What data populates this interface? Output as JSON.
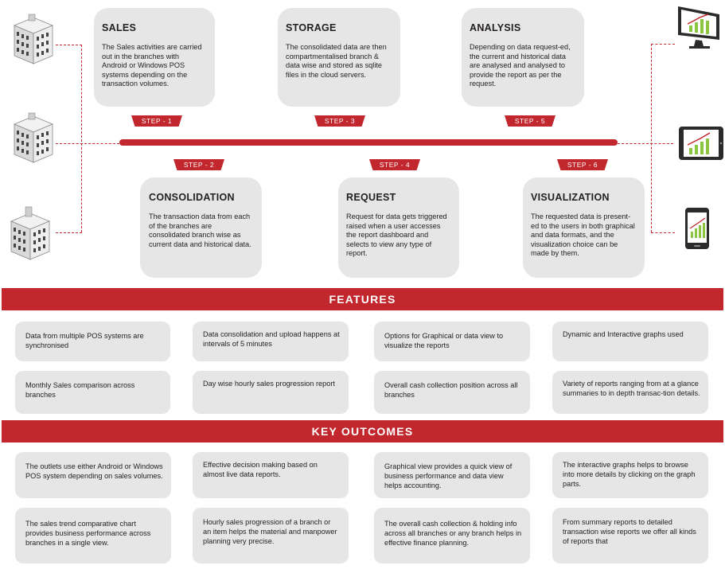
{
  "colors": {
    "accent": "#c1272d",
    "card": "#e6e6e6",
    "text": "#231f20"
  },
  "steps": [
    {
      "tag": "STEP - 1",
      "title": "SALES",
      "text": "The Sales activities are carried out in the branches with Android or Windows  POS systems depending on the transaction volumes."
    },
    {
      "tag": "STEP - 2",
      "title": "CONSOLIDATION",
      "text": "The transaction data from each of the branches are consolidated branch wise as current data and historical data."
    },
    {
      "tag": "STEP - 3",
      "title": "STORAGE",
      "text": "The consolidated data are then compartmentalised branch & data wise and stored as sqlite files in the cloud servers."
    },
    {
      "tag": "STEP - 4",
      "title": "REQUEST",
      "text": "Request for data gets triggered raised when a user accesses the report dashboard and selects to view any type of report."
    },
    {
      "tag": "STEP - 5",
      "title": "ANALYSIS",
      "text": "Depending on  data request-ed, the current and historical data  are analysed and analysed to provide the report as per the request."
    },
    {
      "tag": "STEP - 6",
      "title": "VISUALIZATION",
      "text": "The requested data is present-ed to the users in  both graphical and data formats, and the visualization choice can be made by them."
    }
  ],
  "features": {
    "heading": "FEATURES",
    "items": [
      "Data from  multiple POS systems are synchronised",
      "Data  consolidation and  upload happens at intervals of 5 minutes",
      "Options for Graphical or data view to visualize the reports",
      "Dynamic and Interactive graphs used",
      "Monthly Sales comparison across branches",
      "Day wise hourly sales progression report",
      "Overall cash collection position across all branches",
      "Variety of reports ranging from at a glance summaries to in depth transac-tion details."
    ]
  },
  "outcomes": {
    "heading": "KEY OUTCOMES",
    "items": [
      "The outlets use either Android or Windows POS system depending on sales volumes.",
      "Effective decision making based on almost live data reports.",
      "Graphical view provides a quick view of business performance and data view helps accounting.",
      "The interactive graphs  helps to browse into more details by clicking on the graph parts.",
      "The sales trend comparative chart provides business performance across branches in a single view.",
      "Hourly sales progression of a branch or an item helps the material and manpower planning very precise.",
      "The overall cash collection &  holding info across all branches or any branch helps in effective finance planning.",
      "From summary reports to detailed transaction wise reports we offer all kinds of reports that"
    ]
  },
  "icons": {
    "branches": [
      "building-icon",
      "building-icon",
      "building-icon"
    ],
    "devices": [
      "monitor-chart-icon",
      "tablet-chart-icon",
      "phone-chart-icon"
    ]
  }
}
